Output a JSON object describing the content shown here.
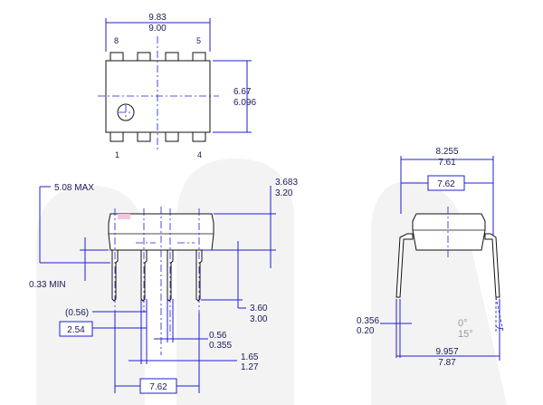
{
  "top_view": {
    "width_max": "9.83",
    "width_min": "9.00",
    "height_max": "6.67",
    "height_min": "6.096",
    "pin_8": "8",
    "pin_5": "5",
    "pin_1": "1",
    "pin_4": "4"
  },
  "side_view": {
    "seat_max": "5.08 MAX",
    "standoff_min": "0.33 MIN",
    "body_h_max": "3.683",
    "body_h_min": "3.20",
    "lead_len_max": "3.60",
    "lead_len_min": "3.00",
    "shoulder": "(0.56)",
    "pitch": "2.54",
    "lead_w_max": "0.56",
    "lead_w_min": "0.355",
    "shoulder_w_max": "1.65",
    "shoulder_w_min": "1.27",
    "row_spacing": "7.62"
  },
  "end_view": {
    "width_max": "8.255",
    "width_min": "7.61",
    "row_spacing": "7.62",
    "thick_max": "0.356",
    "thick_min": "0.20",
    "angle_min": "0°",
    "angle_max": "15°",
    "span_max": "9.957",
    "span_min": "7.87"
  }
}
